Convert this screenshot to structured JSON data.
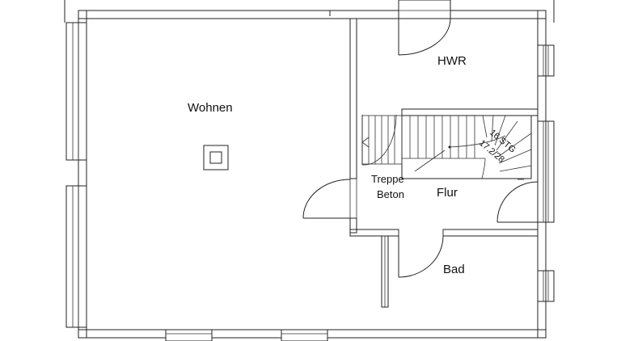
{
  "rooms": {
    "living": "Wohnen",
    "utility": "HWR",
    "hall": "Flur",
    "bath": "Bad"
  },
  "stairs": {
    "label_line1": "Treppe",
    "label_line2": "Beton",
    "steps_text": "16 STG",
    "rise_text": "17.2/28"
  },
  "colors": {
    "wall_hatch": "#333333",
    "line": "#222222",
    "background": "#ffffff"
  }
}
